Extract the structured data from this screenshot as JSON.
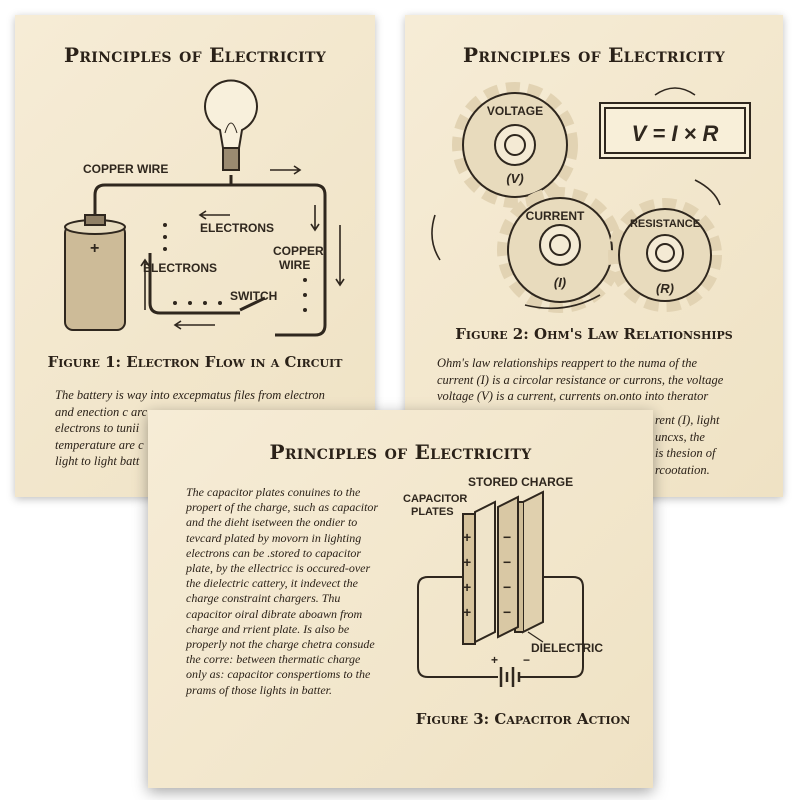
{
  "colors": {
    "paper": "#f3e8d0",
    "ink": "#2f271e",
    "border": "#ffffff"
  },
  "card1": {
    "title": "Principles of Electricity",
    "labels": {
      "copper_wire_top": "COPPER WIRE",
      "electrons_top": "ELECTRONS",
      "electrons_left": "ELECTRONS",
      "copper": "COPPER",
      "wire": "WIRE",
      "switch": "SWITCH",
      "plus": "+"
    },
    "caption": "Figure 1: Electron Flow in a Circuit",
    "body_lines": [
      "The battery is way into excepmatus files from electron",
      "and enection c arc",
      "electrons to tunii",
      "temperature are c",
      "light to light batt"
    ]
  },
  "card2": {
    "title": "Principles of Electricity",
    "formula": "V = I × R",
    "gears": [
      {
        "label": "VOLTAGE",
        "symbol": "(V)"
      },
      {
        "label": "CURRENT",
        "symbol": "(I)"
      },
      {
        "label": "RESISTANCE",
        "symbol": "(R)"
      }
    ],
    "caption": "Figure 2: Ohm's Law Relationships",
    "body_lines": [
      "Ohm's law relationships reappert to the numa of the",
      "current (I) is a circolar resistance or currons, the voltage",
      "voltage (V) is a current, currents on.onto into therator"
    ],
    "body_fragments": [
      "rent (I), light",
      "uncxs, the",
      "is thesion of",
      "rcootation."
    ]
  },
  "card3": {
    "title": "Principles of Electricity",
    "body_lines": [
      "The capacitor plates conuines to the",
      "propert of the charge, such as capacitor",
      "and the dieht isetween the ondier to",
      "tevcard plated by movorn in lighting",
      "electrons can be .stored to capacitor",
      "plate, by the ellectricc is occured-over",
      "the dielectric cattery, it indevect the",
      "charge constraint chargers. Thu",
      "capacitor oiral dibrate aboawn from",
      "charge and rrient plate. Is also be",
      "properly not the charge chetra consude",
      "the corre: between thermatic charge",
      "only as: capacitor conspertioms to the",
      "prams of those lights in batter."
    ],
    "labels": {
      "stored_charge": "STORED CHARGE",
      "capacitor": "CAPACITOR",
      "plates": "PLATES",
      "dielectric": "DIELECTRIC",
      "plus": "+",
      "minus": "−"
    },
    "caption": "Figure 3: Capacitor Action"
  }
}
